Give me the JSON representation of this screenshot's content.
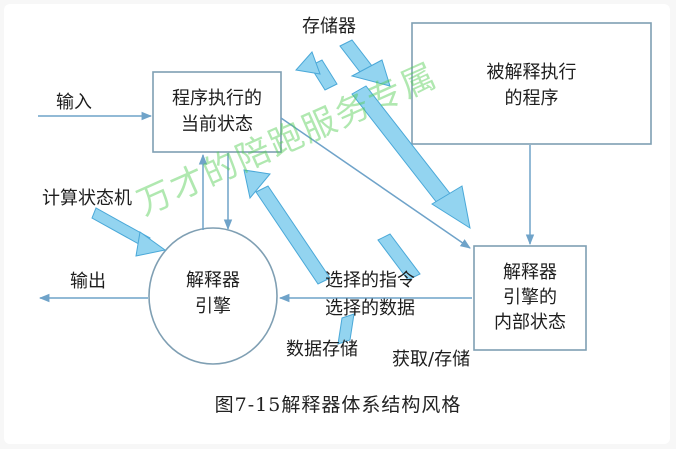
{
  "colors": {
    "line": "#6fa3c9",
    "box_border": "#7f9fb3",
    "thick_arrow": "#93d4f0",
    "thick_arrow_edge": "#4aa8d8",
    "watermark": "#50cd50"
  },
  "diagram": {
    "boxes": {
      "current_state": [
        "程序执行的",
        "当前状态"
      ],
      "interpreted_program": [
        "被解释执行",
        "的程序"
      ],
      "internal_state": [
        "解释器",
        "引擎的",
        "内部状态"
      ]
    },
    "engine": [
      "解释器",
      "引擎"
    ],
    "labels": {
      "input": "输入",
      "output": "输出",
      "storage": "存储器",
      "state_machine": "计算状态机",
      "selected": [
        "选择的指令",
        "选择的数据"
      ],
      "data_store": "数据存储",
      "fetch_store": "获取/存储"
    }
  },
  "caption": "图7-15解释器体系结构风格",
  "watermark": "万才的陪跑服务专属"
}
